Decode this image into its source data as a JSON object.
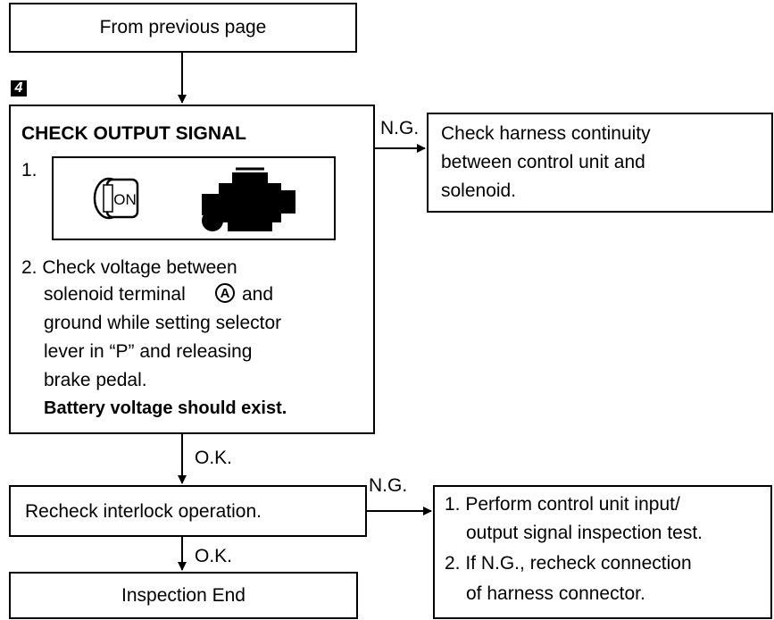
{
  "top_box": {
    "text": "From previous page"
  },
  "step_marker": "4",
  "check_box": {
    "heading": "CHECK OUTPUT SIGNAL",
    "item1_num": "1.",
    "key_label": "ON",
    "item2_lines": [
      "2. Check voltage between",
      "solenoid terminal",
      "ground while setting selector",
      "lever in “P” and releasing",
      "brake pedal."
    ],
    "terminal_symbol": "A",
    "line2_suffix": "and",
    "expected": "Battery voltage should exist."
  },
  "ng_label_1": "N.G.",
  "harness_box": {
    "lines": [
      "Check harness continuity",
      "between control unit and",
      "solenoid."
    ]
  },
  "ok_label_1": "O.K.",
  "recheck_box": {
    "text": "Recheck interlock operation."
  },
  "ng_label_2": "N.G.",
  "perform_box": {
    "lines": [
      "1. Perform control unit input/",
      "output signal inspection test.",
      "2. If N.G., recheck connection",
      "of harness connector."
    ]
  },
  "ok_label_2": "O.K.",
  "end_box": {
    "text": "Inspection End"
  }
}
